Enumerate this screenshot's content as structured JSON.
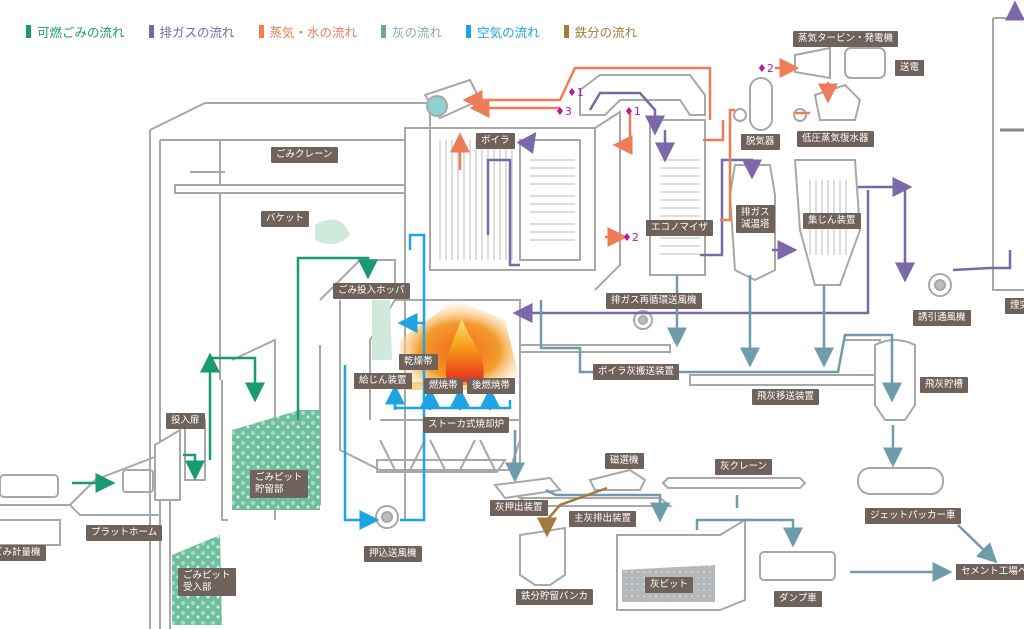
{
  "legend": [
    {
      "label": "可燃ごみの流れ",
      "color": "#1a9a74"
    },
    {
      "label": "排ガスの流れ",
      "color": "#7b68a8"
    },
    {
      "label": "蒸気・水の流れ",
      "color": "#ee7c58"
    },
    {
      "label": "灰の流れ",
      "color": "#76a0ad"
    },
    {
      "label": "空気の流れ",
      "color": "#1ea3e3"
    },
    {
      "label": "鉄分の流れ",
      "color": "#a37b3f"
    }
  ],
  "colors": {
    "waste": "#1a9a74",
    "exhaust": "#7b68a8",
    "steam": "#ee7c58",
    "ash": "#6f9cab",
    "air": "#1ea3e3",
    "iron": "#a37b3f",
    "outline": "#a8a8a8",
    "label_bg": "#6f625b",
    "marker": "#c2179b"
  },
  "labels": {
    "turbine": "蒸気タービン・発電機",
    "power": "送電",
    "deaerator": "脱気器",
    "condenser": "低圧蒸気復水器",
    "crane": "ごみクレーン",
    "bucket": "バケット",
    "boiler": "ボイラ",
    "hopper": "ごみ投入ホッパ",
    "dry_zone": "乾燥帯",
    "feeder": "給じん装置",
    "combust_zone": "燃焼帯",
    "post_combust_zone": "後燃焼帯",
    "stoker": "ストーカ式焼却炉",
    "economizer": "エコノマイザ",
    "gas_cooler": "排ガス\n減温塔",
    "gas_cooler_l1": "排ガス",
    "gas_cooler_l2": "減温塔",
    "dust_collector": "集じん装置",
    "recirc_fan": "排ガス再循環送風機",
    "induced_fan": "誘引通風機",
    "chimney": "煙突",
    "boiler_ash_conveyor": "ボイラ灰搬送装置",
    "fly_ash_conveyor": "飛灰移送装置",
    "fly_ash_tank": "飛灰貯槽",
    "input_door": "投入扉",
    "pit_storage_l1": "ごみピット",
    "pit_storage_l2": "貯留部",
    "pit_receive_l1": "ごみピット",
    "pit_receive_l2": "受入部",
    "platform": "プラットホーム",
    "scale": "ごみ計量機",
    "forced_fan": "押込送風機",
    "ash_pusher": "灰押出装置",
    "magnet": "磁選機",
    "main_ash_discharge": "主灰排出装置",
    "iron_bunker": "鉄分貯留バンカ",
    "ash_crane": "灰クレーン",
    "ash_pit": "灰ピット",
    "dump_truck": "ダンプ車",
    "jet_packer": "ジェットパッカー車",
    "cement": "セメント工場へ"
  },
  "markers": {
    "m1a": "♦1",
    "m1b": "♦1",
    "m2a": "♦2",
    "m2b": "♦2",
    "m3": "♦3"
  }
}
